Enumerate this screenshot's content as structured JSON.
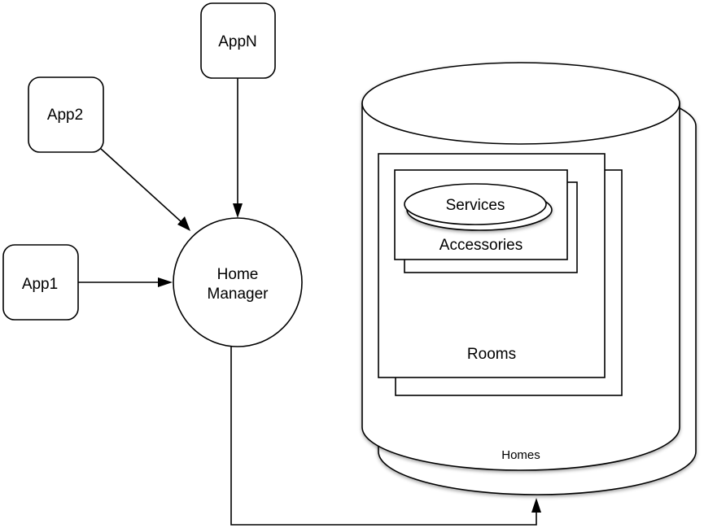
{
  "diagram": {
    "apps": [
      {
        "id": "appN",
        "label": "AppN"
      },
      {
        "id": "app2",
        "label": "App2"
      },
      {
        "id": "app1",
        "label": "App1"
      }
    ],
    "manager": {
      "line1": "Home",
      "line2": "Manager"
    },
    "store": {
      "homes_label": "Homes",
      "rooms_label": "Rooms",
      "accessories_label": "Accessories",
      "services_label": "Services"
    },
    "edges": [
      {
        "from": "AppN",
        "to": "Home Manager"
      },
      {
        "from": "App2",
        "to": "Home Manager"
      },
      {
        "from": "App1",
        "to": "Home Manager"
      },
      {
        "from": "Home Manager",
        "to": "Homes"
      }
    ],
    "colors": {
      "stroke": "#000000",
      "background": "#ffffff"
    }
  }
}
